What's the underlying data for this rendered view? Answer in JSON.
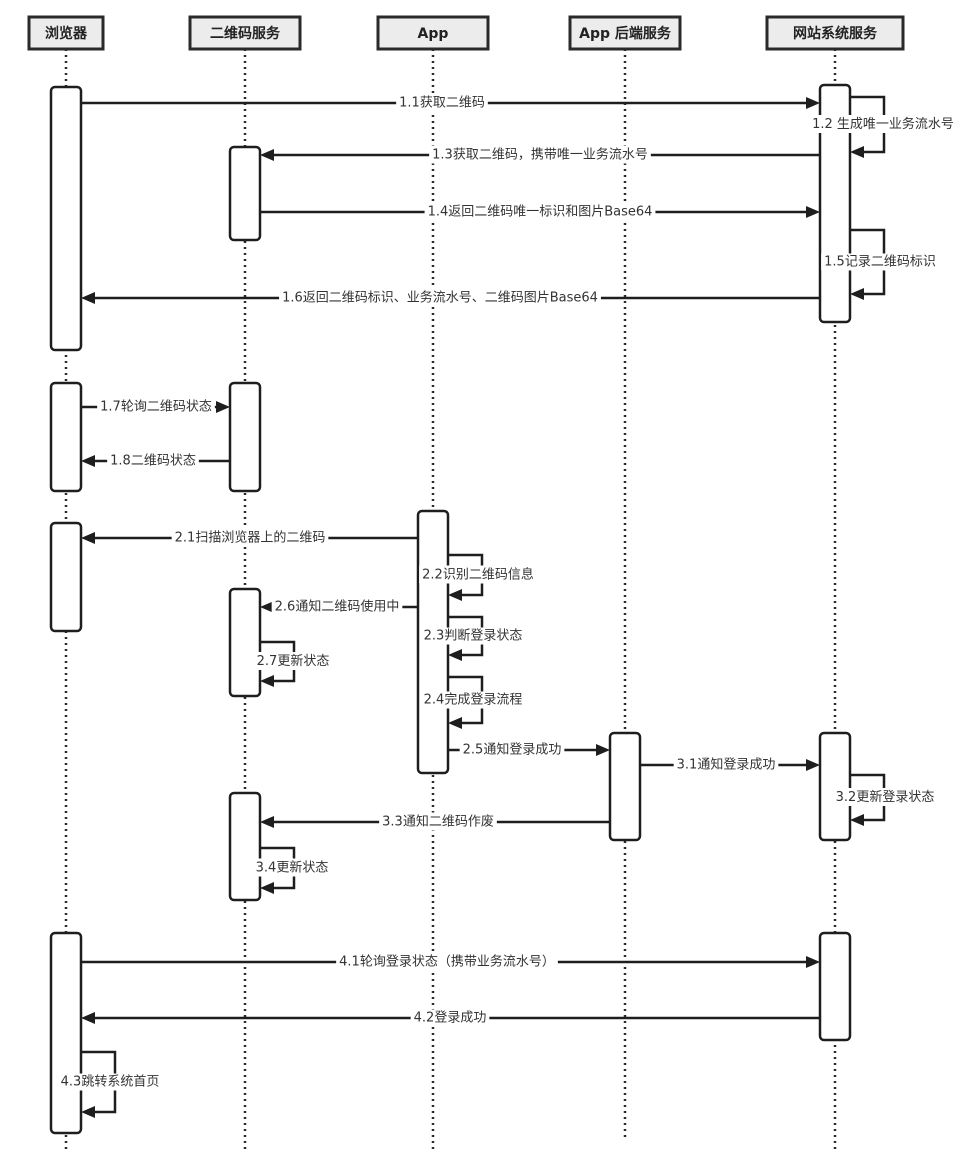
{
  "diagram": {
    "type": "sequence",
    "participants": [
      {
        "id": "browser",
        "label": "浏览器"
      },
      {
        "id": "qr",
        "label": "二维码服务"
      },
      {
        "id": "app",
        "label": "App"
      },
      {
        "id": "backend",
        "label": "App 后端服务"
      },
      {
        "id": "site",
        "label": "网站系统服务"
      }
    ],
    "messages": [
      {
        "num": "1.1",
        "label": "1.1获取二维码",
        "from": "browser",
        "to": "site"
      },
      {
        "num": "1.2",
        "label": "1.2 生成唯一业务流水号",
        "from": "site",
        "to": "site"
      },
      {
        "num": "1.3",
        "label": "1.3获取二维码，携带唯一业务流水号",
        "from": "site",
        "to": "qr"
      },
      {
        "num": "1.4",
        "label": "1.4返回二维码唯一标识和图片Base64",
        "from": "qr",
        "to": "site"
      },
      {
        "num": "1.5",
        "label": "1.5记录二维码标识",
        "from": "site",
        "to": "site"
      },
      {
        "num": "1.6",
        "label": "1.6返回二维码标识、业务流水号、二维码图片Base64",
        "from": "site",
        "to": "browser"
      },
      {
        "num": "1.7",
        "label": "1.7轮询二维码状态",
        "from": "browser",
        "to": "qr"
      },
      {
        "num": "1.8",
        "label": "1.8二维码状态",
        "from": "qr",
        "to": "browser"
      },
      {
        "num": "2.1",
        "label": "2.1扫描浏览器上的二维码",
        "from": "app",
        "to": "browser"
      },
      {
        "num": "2.2",
        "label": "2.2识别二维码信息",
        "from": "app",
        "to": "app"
      },
      {
        "num": "2.6",
        "label": "2.6通知二维码使用中",
        "from": "app",
        "to": "qr"
      },
      {
        "num": "2.3",
        "label": "2.3判断登录状态",
        "from": "app",
        "to": "app"
      },
      {
        "num": "2.7",
        "label": "2.7更新状态",
        "from": "qr",
        "to": "qr"
      },
      {
        "num": "2.4",
        "label": "2.4完成登录流程",
        "from": "app",
        "to": "app"
      },
      {
        "num": "2.5",
        "label": "2.5通知登录成功",
        "from": "app",
        "to": "backend"
      },
      {
        "num": "3.1",
        "label": "3.1通知登录成功",
        "from": "backend",
        "to": "site"
      },
      {
        "num": "3.2",
        "label": "3.2更新登录状态",
        "from": "site",
        "to": "site"
      },
      {
        "num": "3.3",
        "label": "3.3通知二维码作废",
        "from": "backend",
        "to": "qr"
      },
      {
        "num": "3.4",
        "label": "3.4更新状态",
        "from": "qr",
        "to": "qr"
      },
      {
        "num": "4.1",
        "label": "4.1轮询登录状态（携带业务流水号）",
        "from": "browser",
        "to": "site"
      },
      {
        "num": "4.2",
        "label": "4.2登录成功",
        "from": "site",
        "to": "browser"
      },
      {
        "num": "4.3",
        "label": "4.3跳转系统首页",
        "from": "browser",
        "to": "browser"
      }
    ]
  }
}
